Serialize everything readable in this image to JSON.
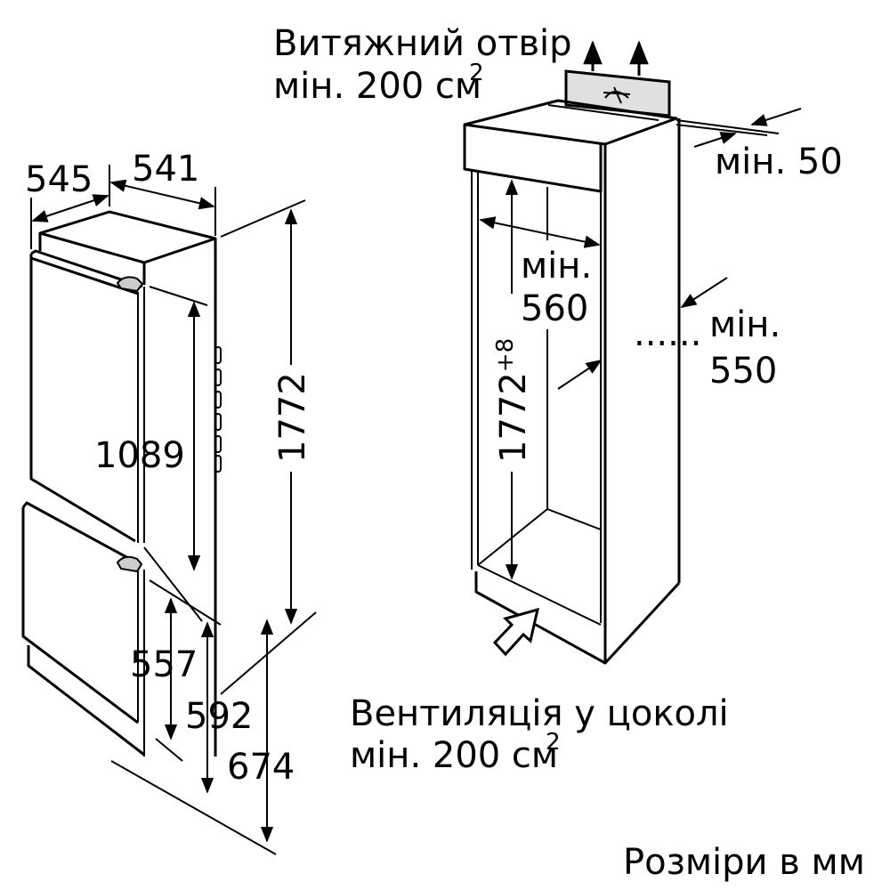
{
  "top_vent": {
    "line1": "Витяжний отвір",
    "line2": "мін. 200 см",
    "sup": "2"
  },
  "bottom_vent": {
    "line1": "Вентиляція у цоколі",
    "line2": "мін. 200 см",
    "sup": "2"
  },
  "units_note": "Розміри в мм",
  "appliance_dims": {
    "depth": "545",
    "width": "541",
    "height": "1772",
    "upper_door": "1089",
    "d557": "557",
    "d592": "592",
    "d674": "674"
  },
  "niche_dims": {
    "gap_label": "мін. 50",
    "width_label1": "мін.",
    "width_label2": "560",
    "depth_label1": "мін.",
    "depth_label2": "550",
    "height_label": "1772",
    "height_tol": "+8",
    "dots": "......"
  },
  "colors": {
    "line": "#000000",
    "vent_fill": "#e0e0e0",
    "handle_fill": "#cccccc"
  }
}
